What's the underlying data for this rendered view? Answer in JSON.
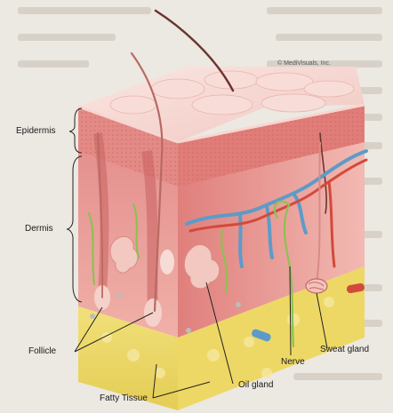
{
  "colors": {
    "background": "#ece8e2",
    "epidermis_top": "#f3c9c5",
    "epidermis": "#e79a98",
    "dermis": "#ec9f9b",
    "dermis_dark": "#d9706f",
    "fat": "#ecd96a",
    "nerve": "#8cc152",
    "vein": "#5c9bc9",
    "artery": "#d24a3a",
    "hair": "#6b3430"
  },
  "labels": {
    "epidermis": "Epidermis",
    "dermis": "Dermis",
    "follicle": "Follicle",
    "fatty_tissue": "Fatty Tissue",
    "oil_gland": "Oil gland",
    "nerve": "Nerve",
    "sweat_gland": "Sweat gland"
  },
  "credit": "© MediVisuals, Inc."
}
